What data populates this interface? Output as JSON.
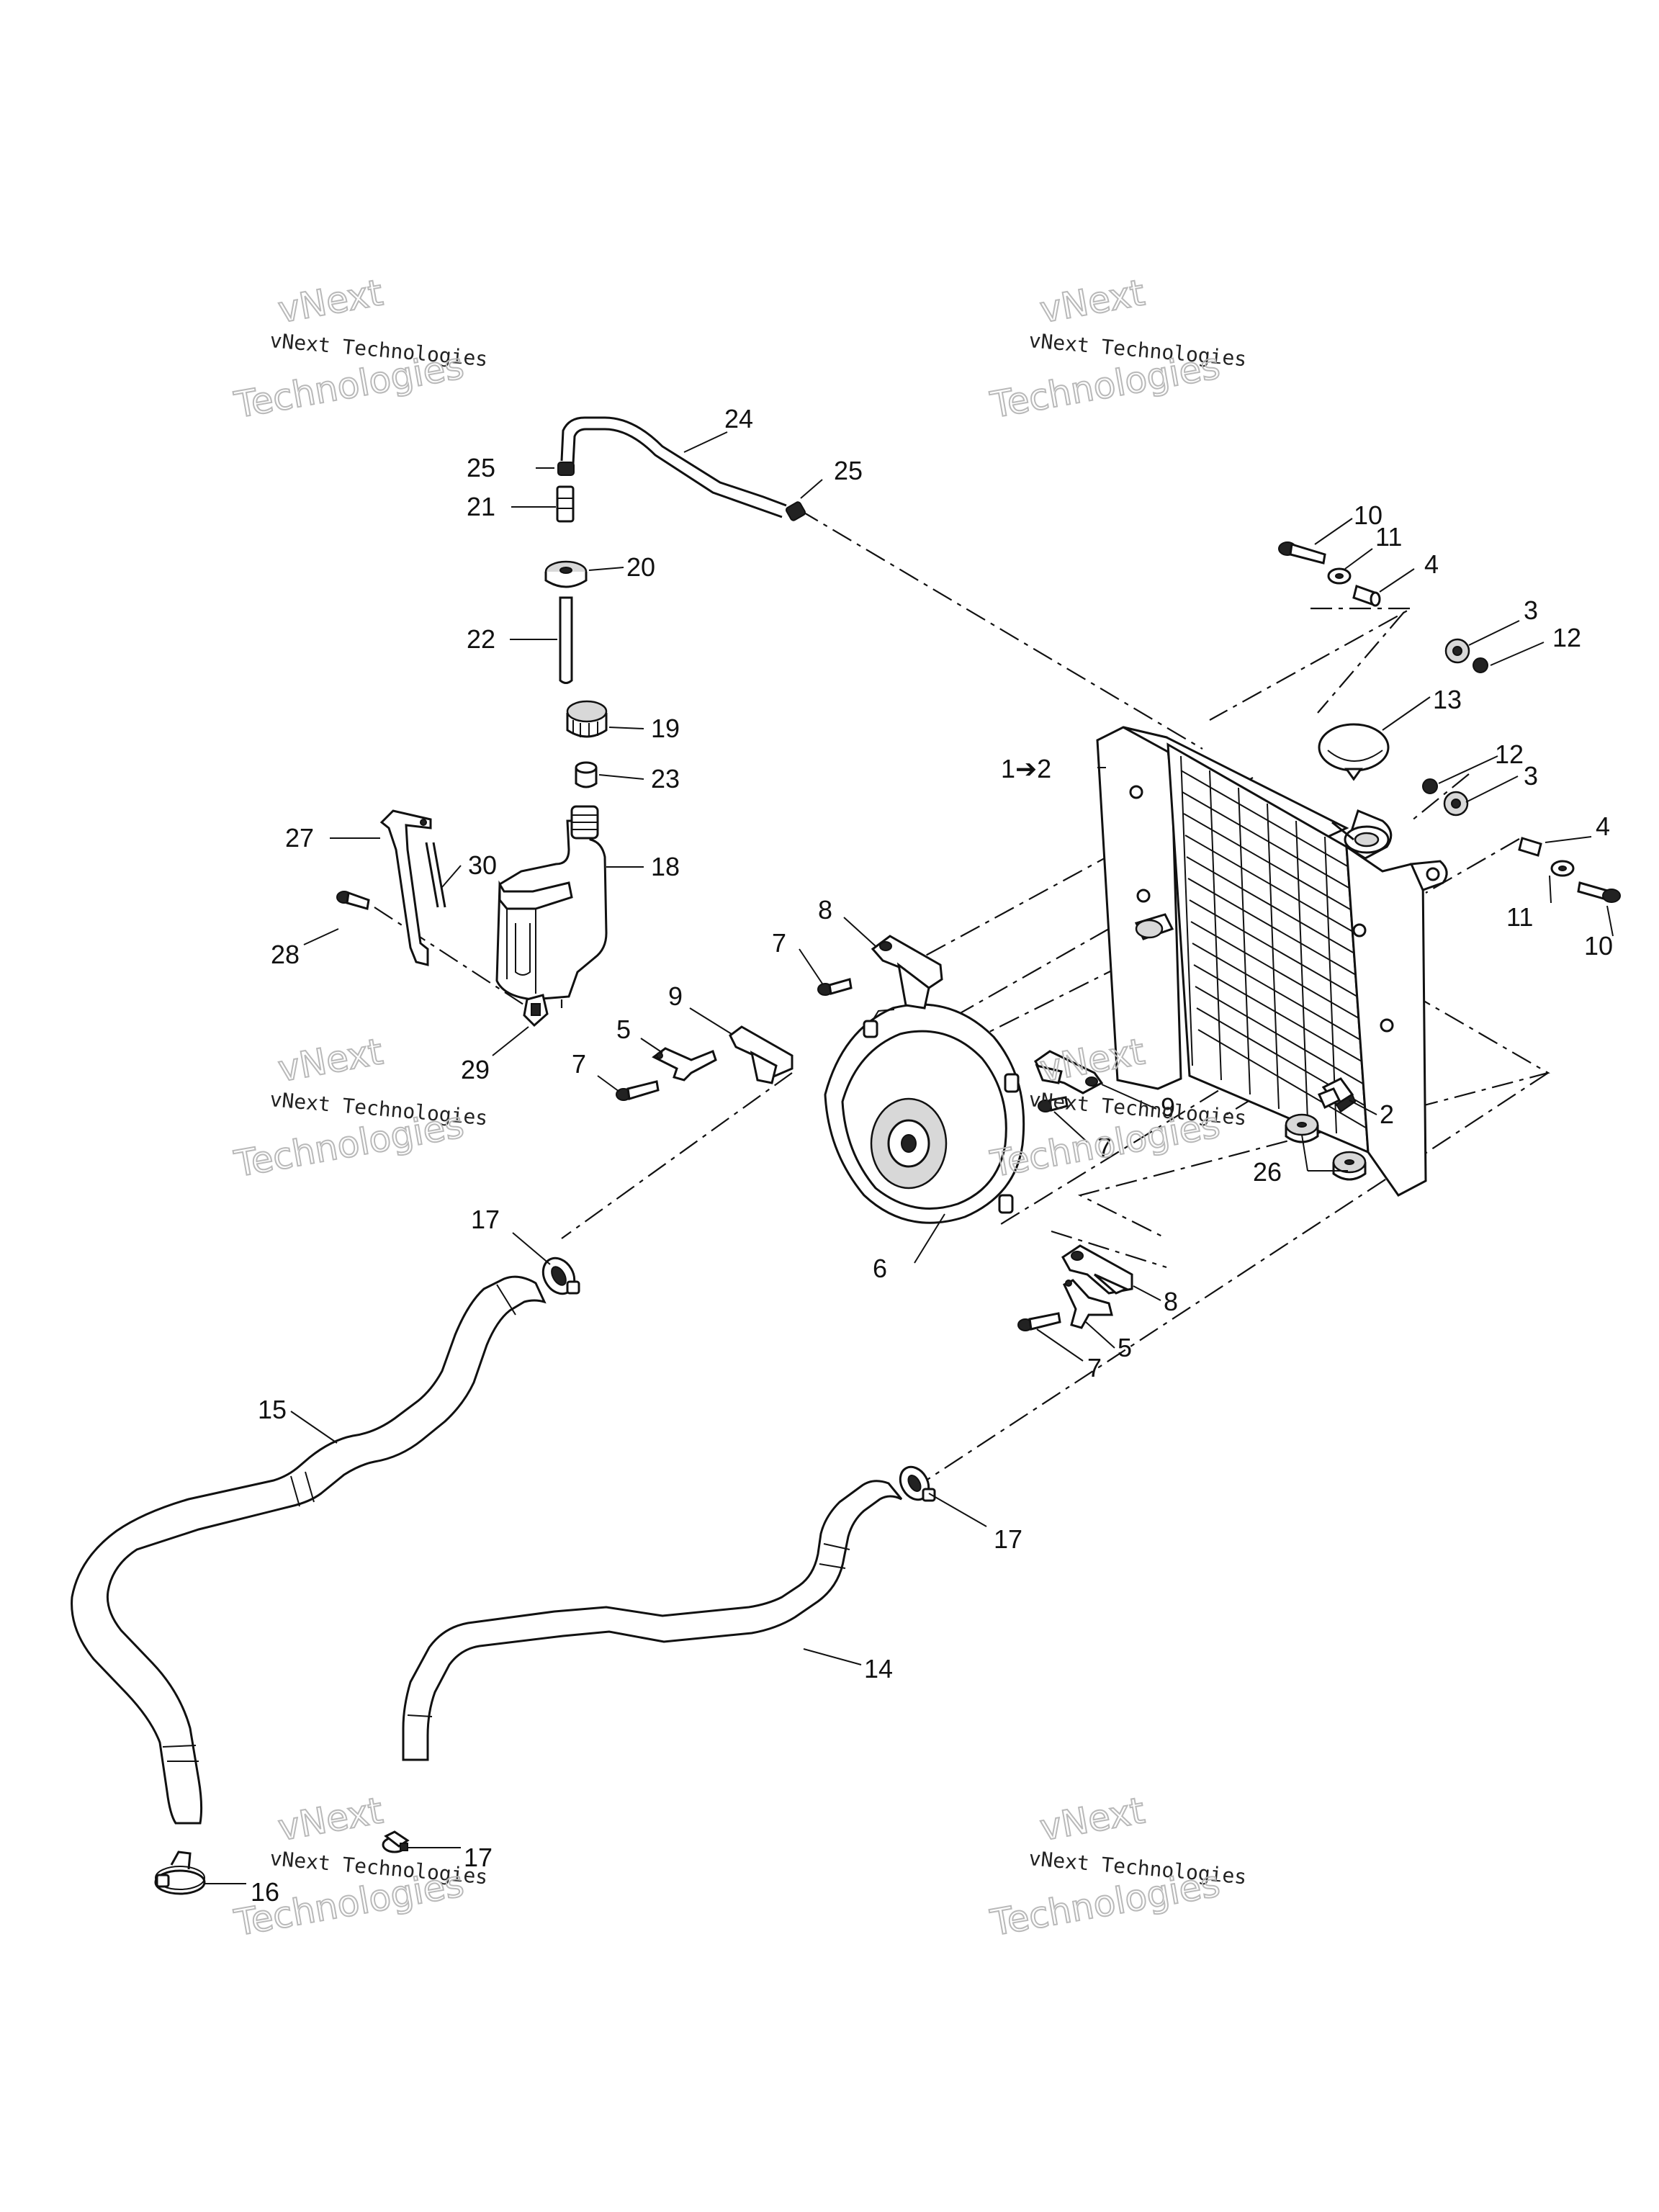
{
  "watermark": {
    "line_small": "vNext Technologies",
    "line_big": "Technologies",
    "line_top": "vNext"
  },
  "callouts": {
    "c24": "24",
    "c25a": "25",
    "c25b": "25",
    "c21": "21",
    "c20": "20",
    "c22": "22",
    "c19": "19",
    "c23": "23",
    "c18": "18",
    "c27": "27",
    "c30": "30",
    "c28": "28",
    "c29": "29",
    "c10a": "10",
    "c11a": "11",
    "c4a": "4",
    "c3a": "3",
    "c12a": "12",
    "c13": "13",
    "c1to2": "1➔2",
    "c12b": "12",
    "c3b": "3",
    "c4b": "4",
    "c11b": "11",
    "c10b": "10",
    "c8a": "8",
    "c7a": "7",
    "c9a": "9",
    "c5a": "5",
    "c7b": "7",
    "c9b": "9",
    "c7c": "7",
    "c2": "2",
    "c26": "26",
    "c6": "6",
    "c17a": "17",
    "c8b": "8",
    "c5b": "5",
    "c7d": "7",
    "c15": "15",
    "c17b": "17",
    "c14": "14",
    "c17c": "17",
    "c16": "16"
  }
}
